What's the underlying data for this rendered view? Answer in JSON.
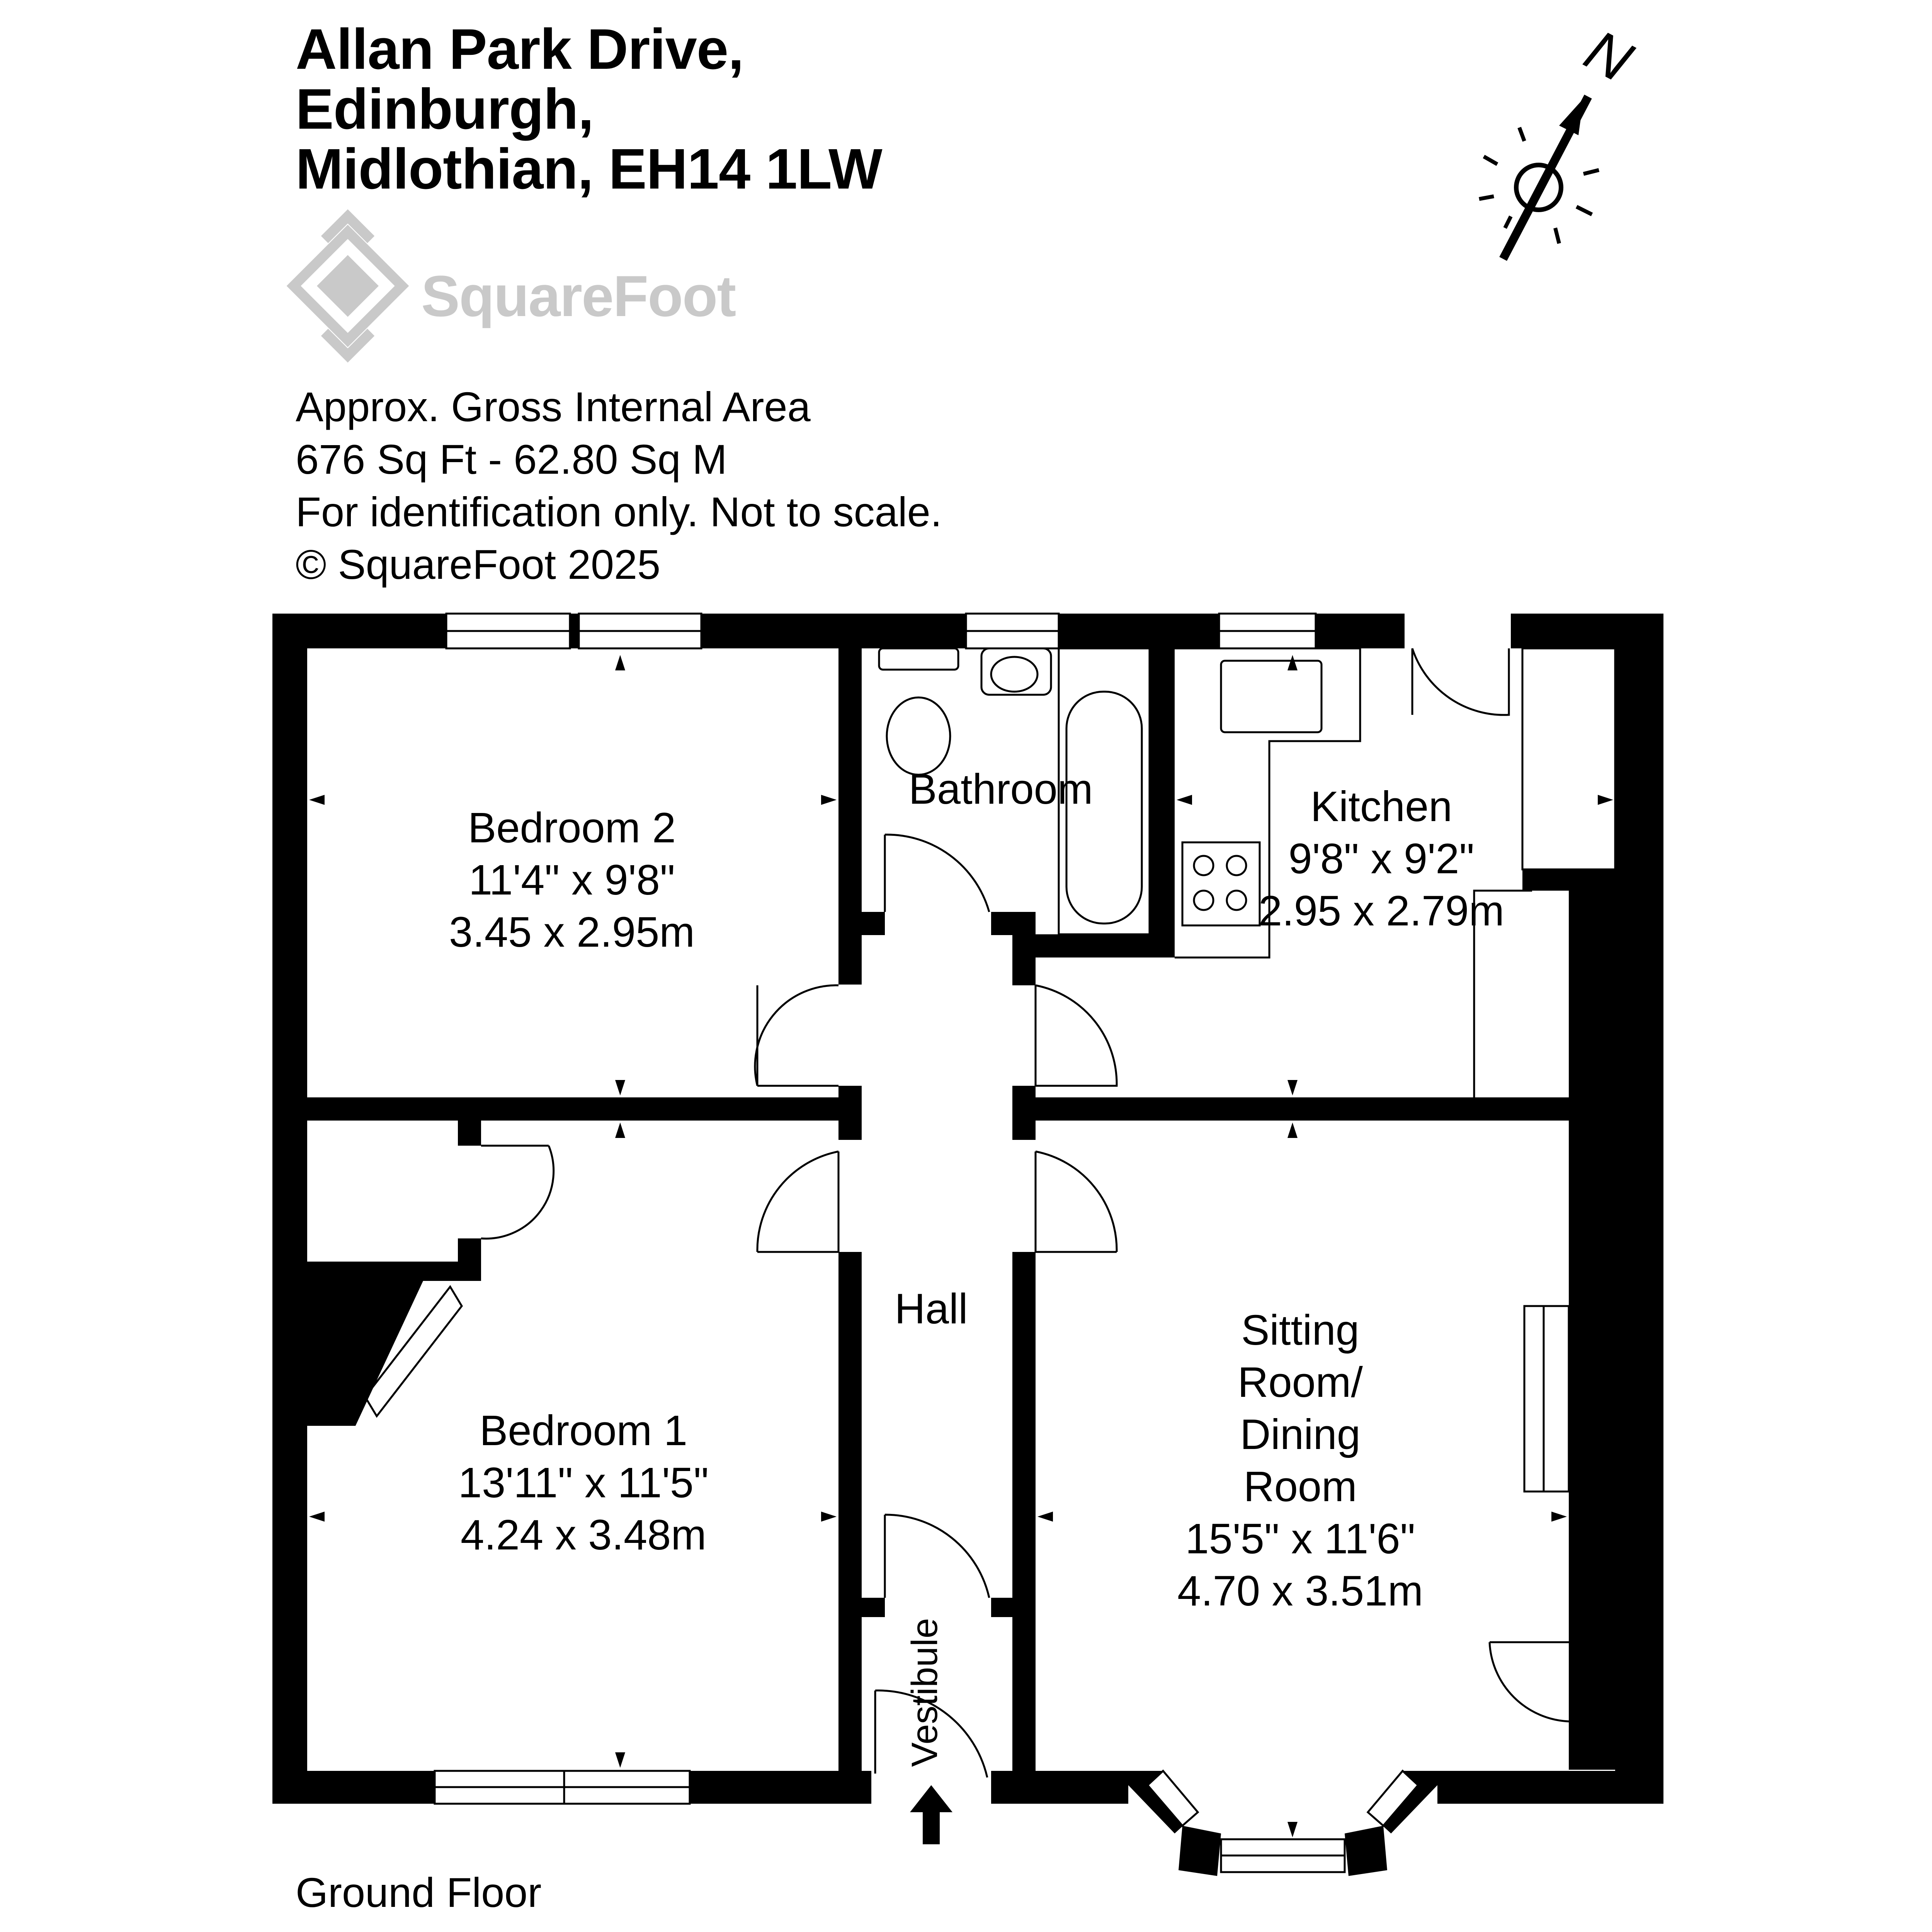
{
  "header": {
    "address_line1": "Allan Park Drive,",
    "address_line2": "Edinburgh,",
    "address_line3": "Midlothian, EH14 1LW"
  },
  "brand": {
    "name": "SquareFoot"
  },
  "info": {
    "area_label": "Approx. Gross Internal Area",
    "area_value": "676 Sq Ft  -  62.80 Sq M",
    "disclaimer": "For identification only. Not to scale.",
    "copyright": "© SquareFoot 2025"
  },
  "compass": {
    "label": "N"
  },
  "rooms": {
    "bedroom2": {
      "name": "Bedroom 2",
      "imperial": "11'4\" x 9'8\"",
      "metric": "3.45 x 2.95m"
    },
    "bathroom": {
      "name": "Bathroom"
    },
    "kitchen": {
      "name": "Kitchen",
      "imperial": "9'8\" x 9'2\"",
      "metric": "2.95 x 2.79m"
    },
    "hall": {
      "name": "Hall"
    },
    "bedroom1": {
      "name": "Bedroom 1",
      "imperial": "13'11\" x 11'5\"",
      "metric": "4.24 x 3.48m"
    },
    "sitting": {
      "name_line1": "Sitting",
      "name_line2": "Room/",
      "name_line3": "Dining",
      "name_line4": "Room",
      "imperial": "15'5\" x 11'6\"",
      "metric": "4.70 x 3.51m"
    },
    "vestibule": {
      "name": "Vestibule"
    }
  },
  "floor": {
    "label": "Ground Floor"
  },
  "colors": {
    "wall": "#000000",
    "logo": "#c9c9c9"
  }
}
